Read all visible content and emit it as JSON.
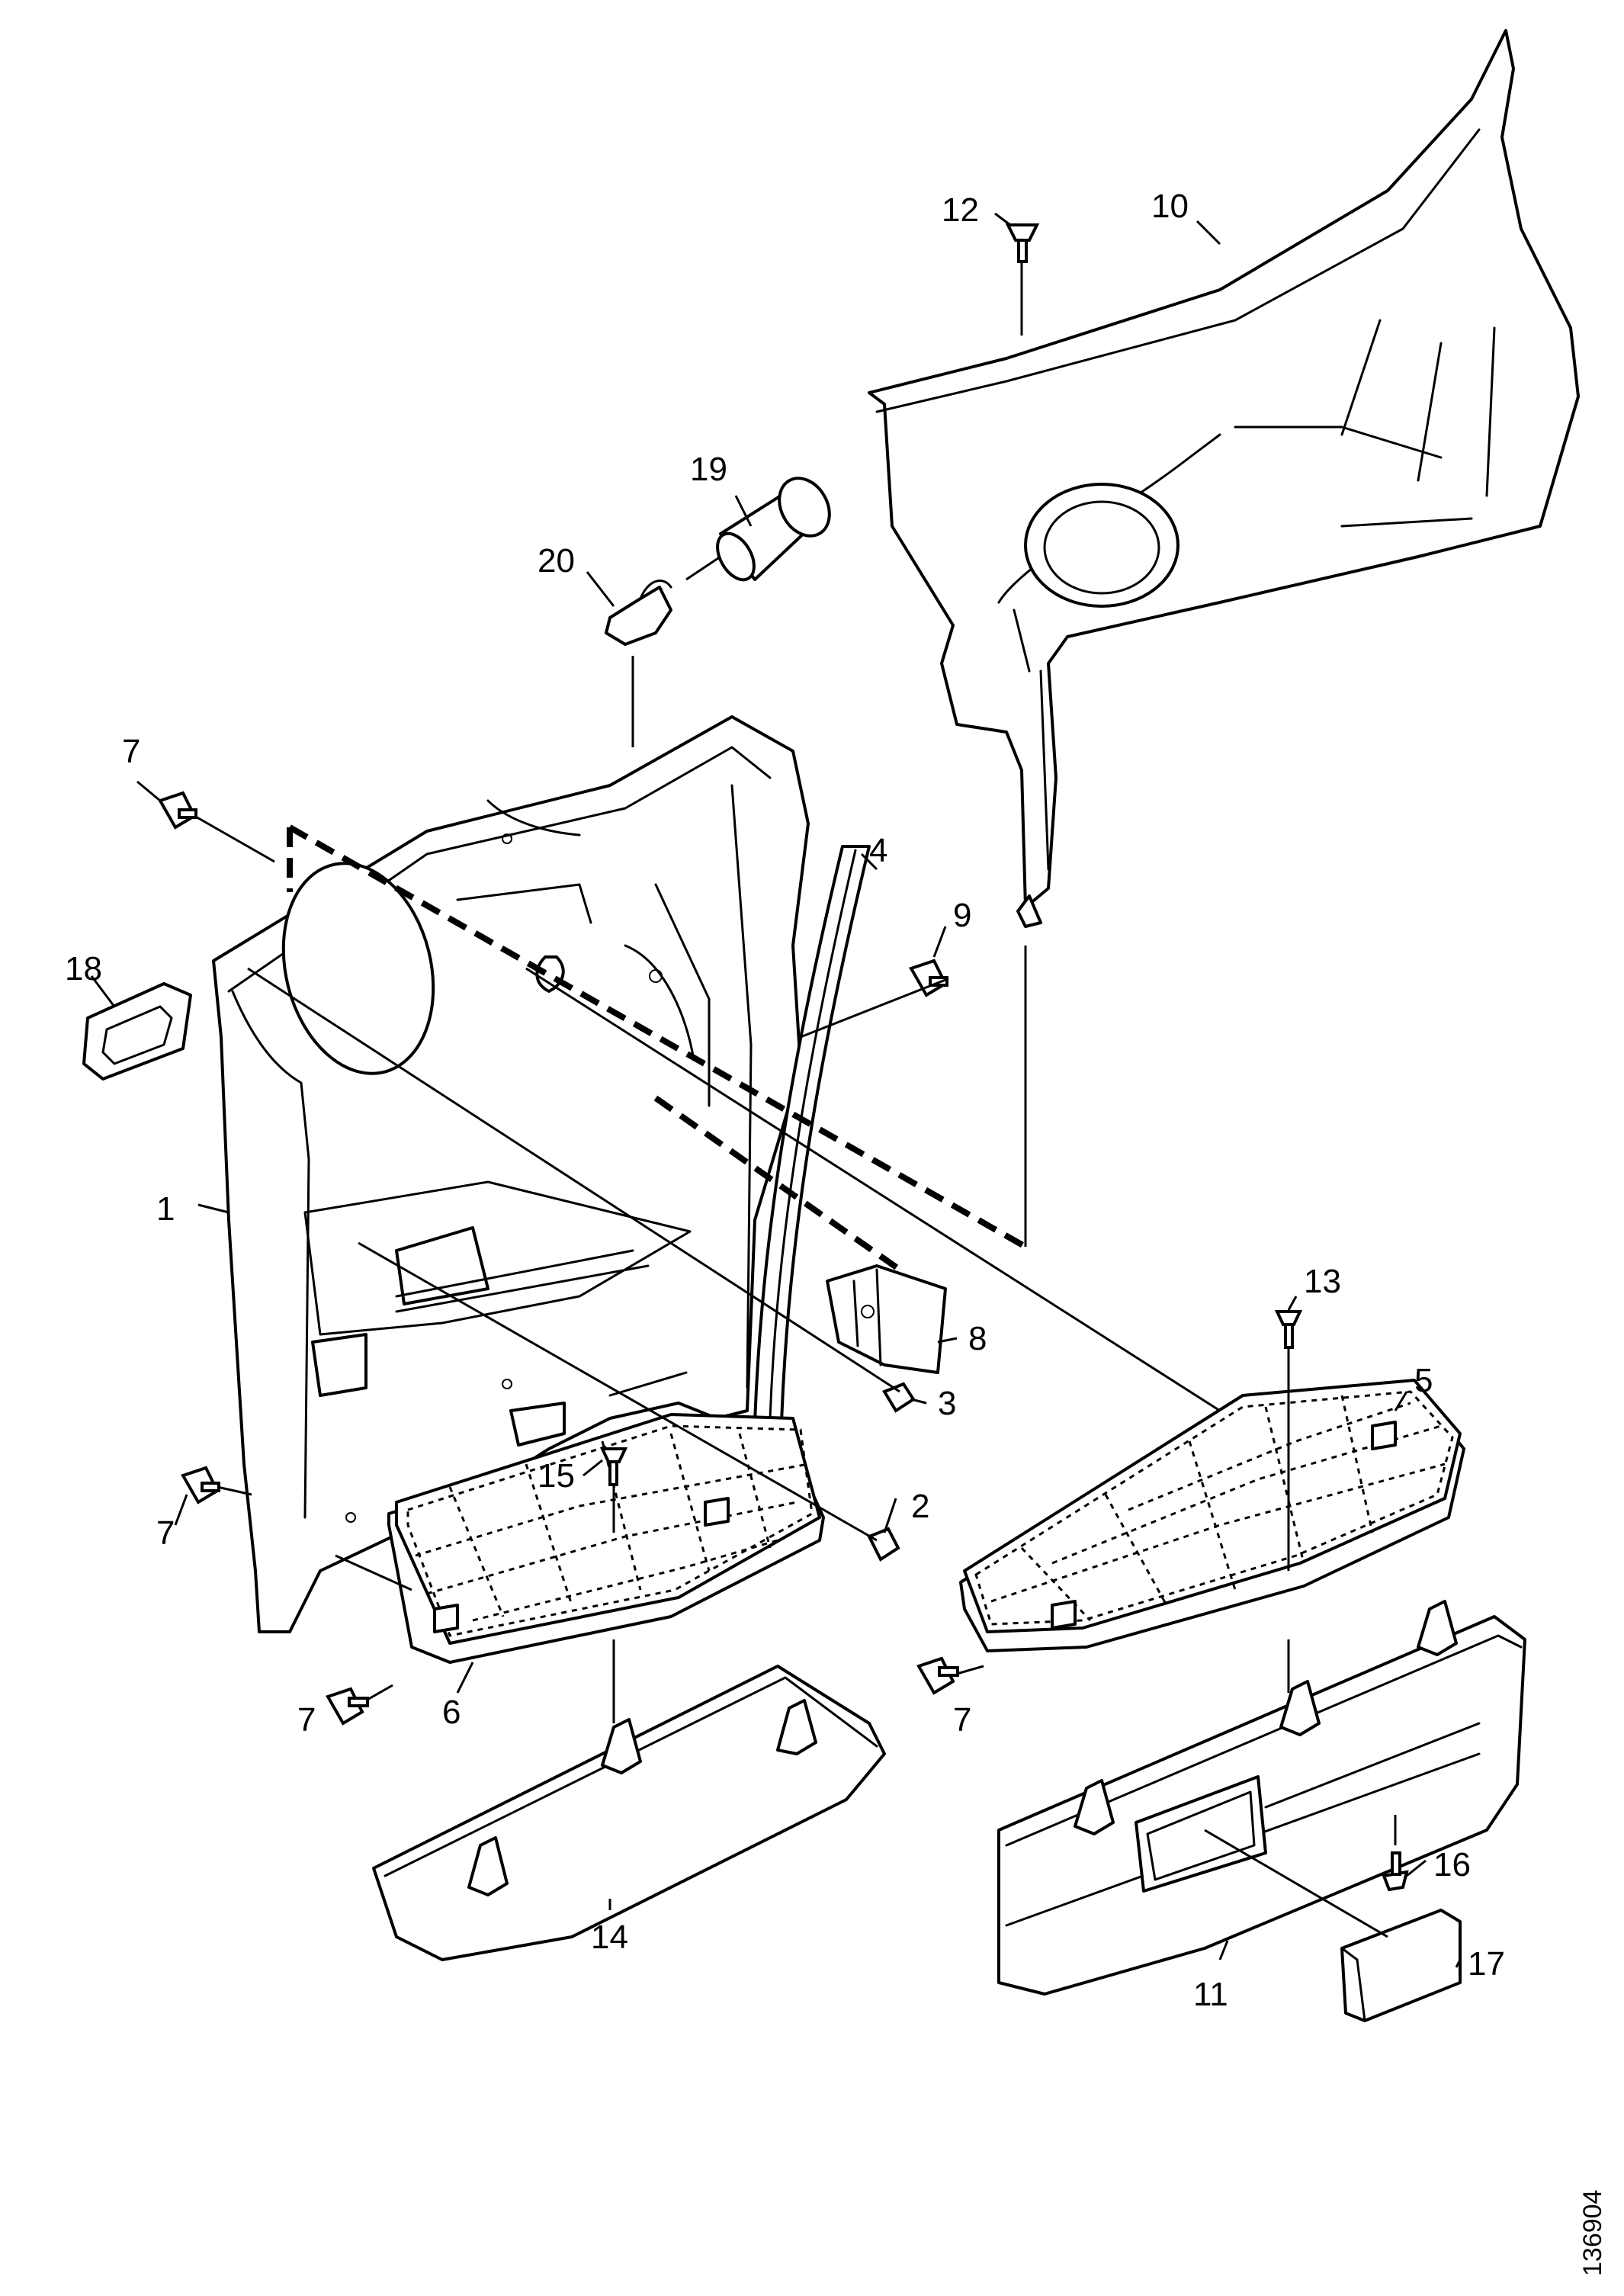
{
  "callouts": [
    {
      "id": "c1",
      "label": "1"
    },
    {
      "id": "c2",
      "label": "2"
    },
    {
      "id": "c3",
      "label": "3"
    },
    {
      "id": "c4",
      "label": "4"
    },
    {
      "id": "c5",
      "label": "5"
    },
    {
      "id": "c6",
      "label": "6"
    },
    {
      "id": "c7a",
      "label": "7"
    },
    {
      "id": "c7b",
      "label": "7"
    },
    {
      "id": "c7c",
      "label": "7"
    },
    {
      "id": "c7d",
      "label": "7"
    },
    {
      "id": "c8",
      "label": "8"
    },
    {
      "id": "c9",
      "label": "9"
    },
    {
      "id": "c10",
      "label": "10"
    },
    {
      "id": "c11",
      "label": "11"
    },
    {
      "id": "c12",
      "label": "12"
    },
    {
      "id": "c13",
      "label": "13"
    },
    {
      "id": "c14",
      "label": "14"
    },
    {
      "id": "c15",
      "label": "15"
    },
    {
      "id": "c16",
      "label": "16"
    },
    {
      "id": "c17",
      "label": "17"
    },
    {
      "id": "c18",
      "label": "18"
    },
    {
      "id": "c19",
      "label": "19"
    },
    {
      "id": "c20",
      "label": "20"
    }
  ],
  "document_number": "136904"
}
